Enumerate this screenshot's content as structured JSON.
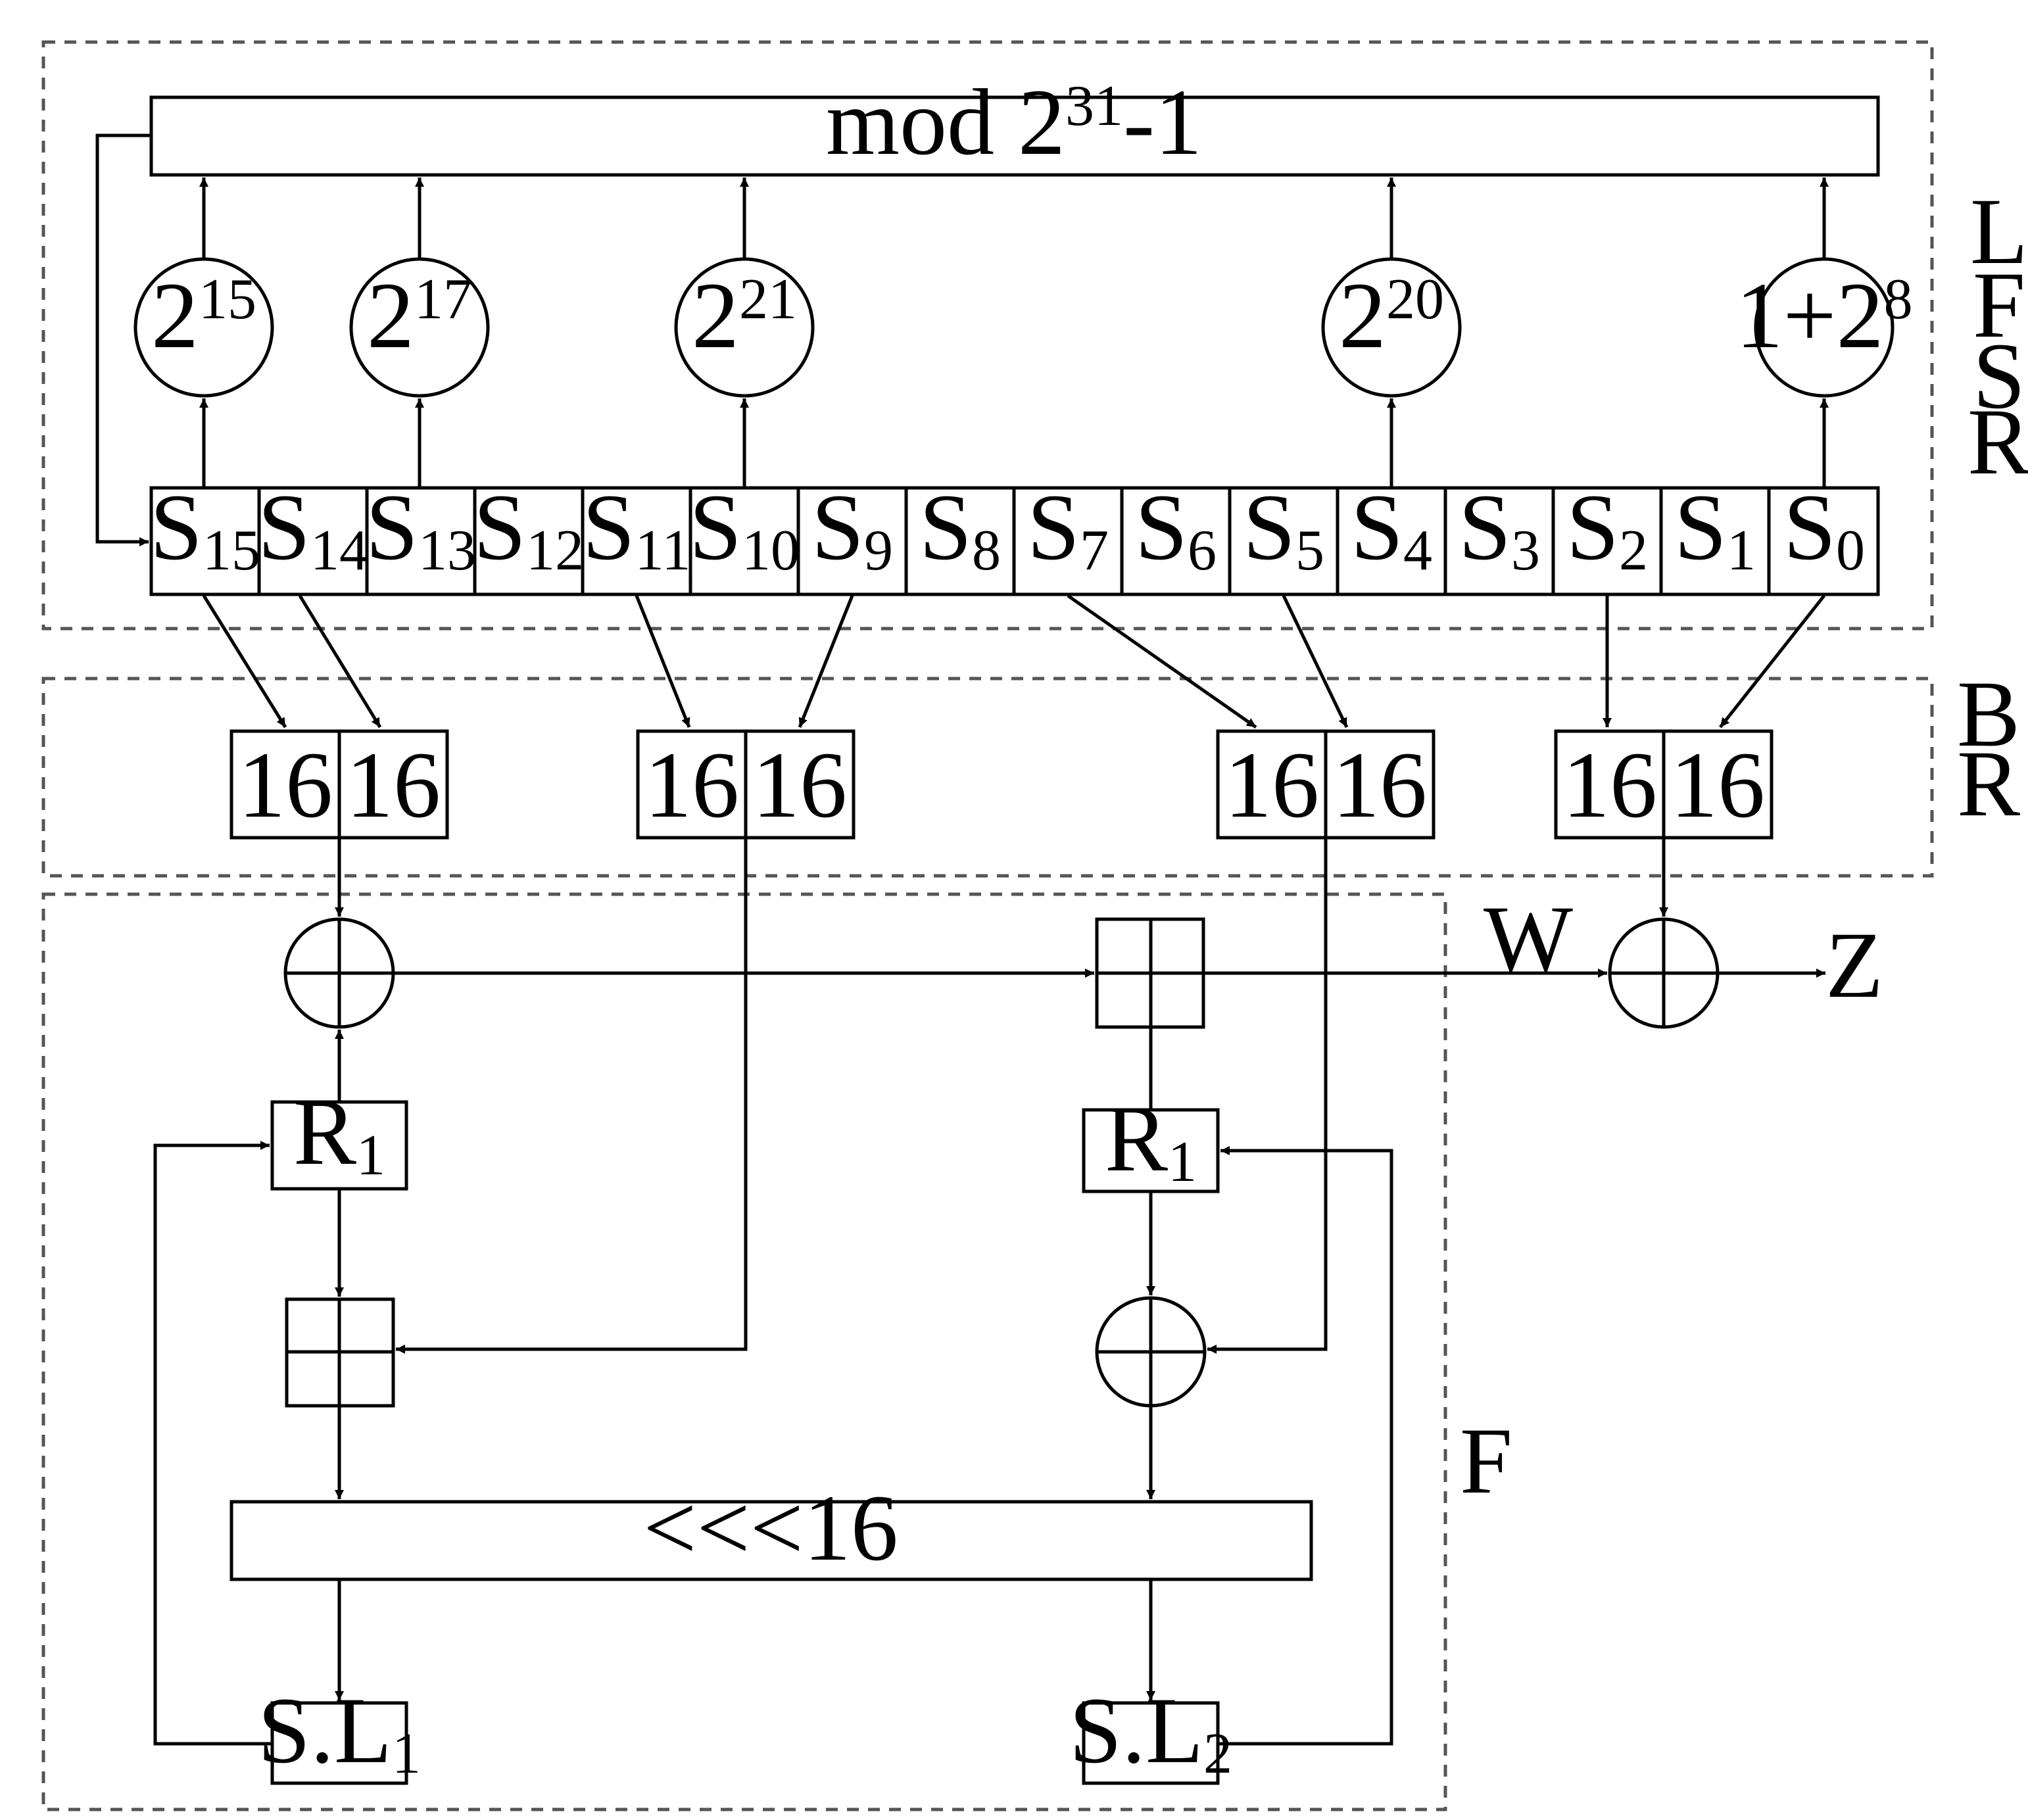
{
  "lfsr": {
    "mod_box": {
      "base": "mod 2",
      "sup": "31",
      "tail": "-1"
    },
    "taps": [
      {
        "base": "2",
        "sup": "15"
      },
      {
        "base": "2",
        "sup": "17"
      },
      {
        "base": "2",
        "sup": "21"
      },
      {
        "base": "2",
        "sup": "20"
      },
      {
        "base": "1+2",
        "sup": "8"
      }
    ],
    "cells": [
      {
        "base": "S",
        "sub": "15"
      },
      {
        "base": "S",
        "sub": "14"
      },
      {
        "base": "S",
        "sub": "13"
      },
      {
        "base": "S",
        "sub": "12"
      },
      {
        "base": "S",
        "sub": "11"
      },
      {
        "base": "S",
        "sub": "10"
      },
      {
        "base": "S",
        "sub": "9"
      },
      {
        "base": "S",
        "sub": "8"
      },
      {
        "base": "S",
        "sub": "7"
      },
      {
        "base": "S",
        "sub": "6"
      },
      {
        "base": "S",
        "sub": "5"
      },
      {
        "base": "S",
        "sub": "4"
      },
      {
        "base": "S",
        "sub": "3"
      },
      {
        "base": "S",
        "sub": "2"
      },
      {
        "base": "S",
        "sub": "1"
      },
      {
        "base": "S",
        "sub": "0"
      }
    ],
    "side_label": [
      "L",
      "F",
      "S",
      "R"
    ]
  },
  "br": {
    "pairs": [
      [
        "16",
        "16"
      ],
      [
        "16",
        "16"
      ],
      [
        "16",
        "16"
      ],
      [
        "16",
        "16"
      ]
    ],
    "side_label": [
      "B",
      "R"
    ]
  },
  "f": {
    "left_register": {
      "base": "R",
      "sub": "1"
    },
    "right_register": {
      "base": "R",
      "sub": "1"
    },
    "rotate_box": "<<<16",
    "left_sl": {
      "base": "S.L",
      "sub": "1"
    },
    "right_sl": {
      "base": "S.L",
      "sub": "2"
    },
    "side_label": "F"
  },
  "output": {
    "w_label": "W",
    "z_label": "Z"
  }
}
